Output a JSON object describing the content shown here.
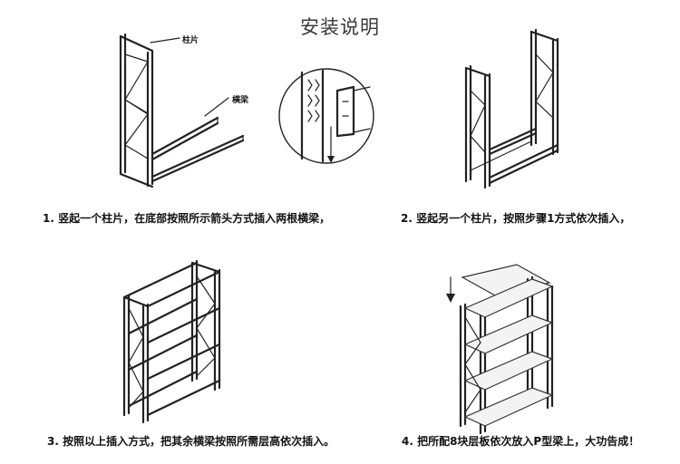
{
  "title": "安装说明",
  "labels": {
    "upright": "柱片",
    "beam": "横梁"
  },
  "steps": [
    {
      "text": "1. 竖起一个柱片，在底部按照所示箭头方式插入两根横梁，"
    },
    {
      "text": "2. 竖起另一个柱片，按照步骤1方式依次插入，"
    },
    {
      "text": "3. 按照以上插入方式，把其余横梁按照所需层高依次插入。"
    },
    {
      "text": "4. 把所配8块层板依次放入P型梁上，大功告成！"
    }
  ],
  "icons": {
    "arrow": "down-arrow-icon"
  }
}
